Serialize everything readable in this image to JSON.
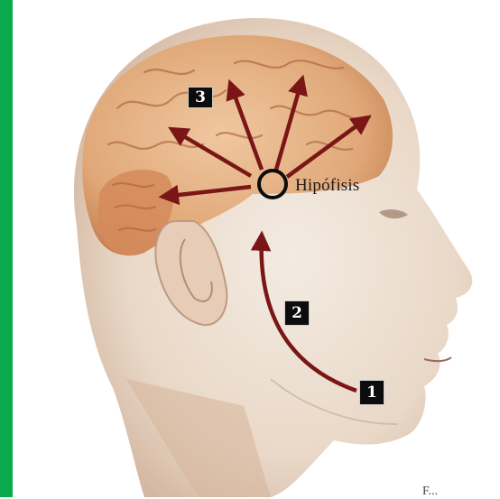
{
  "figure": {
    "organ_label": "Hipófisis",
    "step_labels": [
      "1",
      "2",
      "3"
    ],
    "corner_text": "F..."
  },
  "colors": {
    "side_bar": "#0aaa4e",
    "arrow": "#7a1616",
    "skin_light": "#efe3d6",
    "brain": "#d9a071",
    "label_box": "#0c0c0c"
  }
}
